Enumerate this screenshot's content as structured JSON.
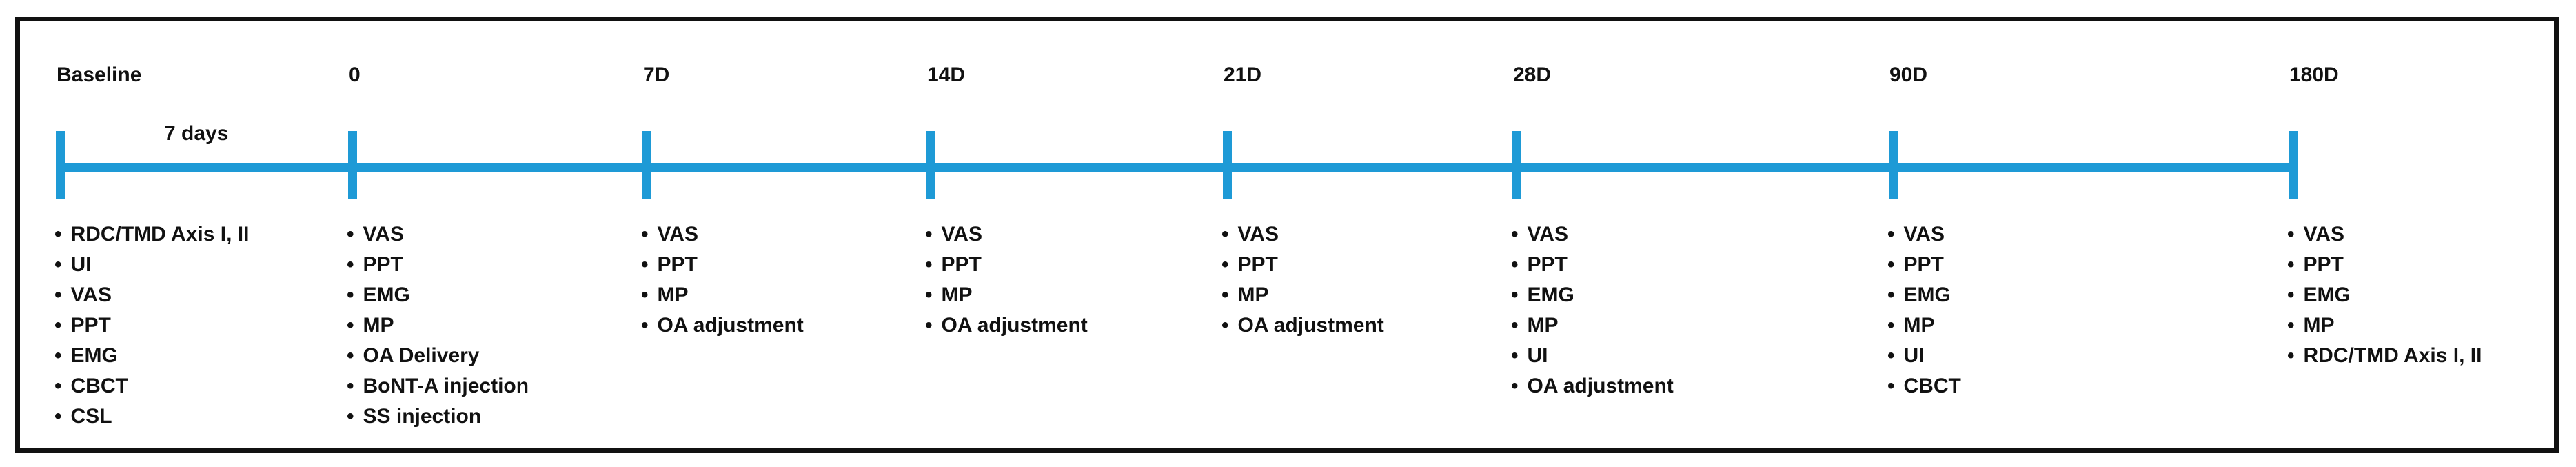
{
  "figure": {
    "type": "study-protocol-timeline",
    "interval_label": "7 days",
    "bullet_glyph": "•",
    "colors": {
      "timeline_blue": "#1e9ad6",
      "ink_black": "#111111",
      "background": "#ffffff"
    },
    "timepoints": [
      {
        "label": "Baseline",
        "items": [
          "RDC/TMD Axis I, II",
          "UI",
          "VAS",
          "PPT",
          "EMG",
          "CBCT",
          "CSL"
        ]
      },
      {
        "label": "0",
        "items": [
          "VAS",
          "PPT",
          "EMG",
          "MP",
          "OA Delivery",
          "BoNT-A injection",
          "SS injection"
        ]
      },
      {
        "label": "7D",
        "items": [
          "VAS",
          "PPT",
          "MP",
          "OA adjustment"
        ]
      },
      {
        "label": "14D",
        "items": [
          "VAS",
          "PPT",
          "MP",
          "OA adjustment"
        ]
      },
      {
        "label": "21D",
        "items": [
          "VAS",
          "PPT",
          "MP",
          "OA adjustment"
        ]
      },
      {
        "label": "28D",
        "items": [
          "VAS",
          "PPT",
          "EMG",
          "MP",
          "UI",
          "OA adjustment"
        ]
      },
      {
        "label": "90D",
        "items": [
          "VAS",
          "PPT",
          "EMG",
          "MP",
          "UI",
          "CBCT"
        ]
      },
      {
        "label": "180D",
        "items": [
          "VAS",
          "PPT",
          "EMG",
          "MP",
          "RDC/TMD Axis I, II"
        ]
      }
    ]
  }
}
